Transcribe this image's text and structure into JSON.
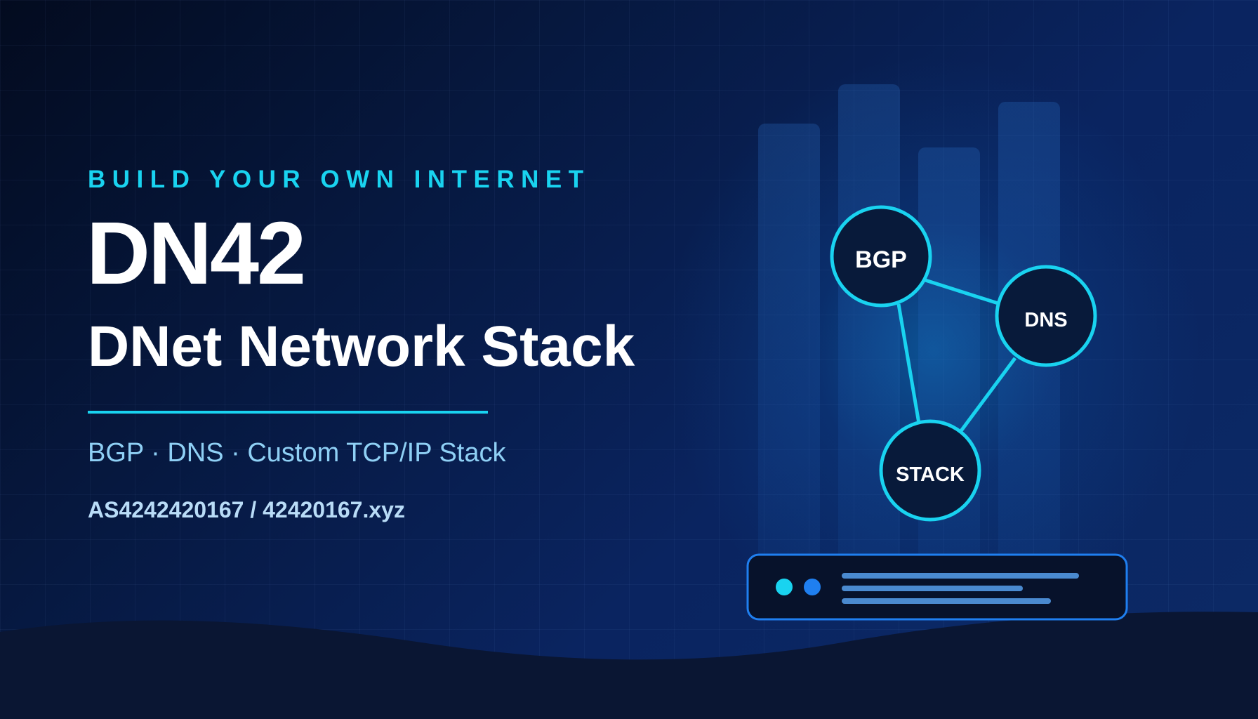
{
  "banner": {
    "eyebrow": "BUILD YOUR OWN INTERNET",
    "title": "DN42",
    "subtitle": "DNet Network Stack",
    "tagline": "BGP · DNS · Custom TCP/IP Stack",
    "asn_domain": "AS4242420167 / 42420167.xyz"
  },
  "diagram": {
    "nodes": [
      {
        "id": "bgp",
        "label": "BGP"
      },
      {
        "id": "dns",
        "label": "DNS"
      },
      {
        "id": "stack",
        "label": "STACK"
      }
    ],
    "links": [
      [
        "bgp",
        "dns"
      ],
      [
        "bgp",
        "stack"
      ],
      [
        "dns",
        "stack"
      ]
    ]
  },
  "colors": {
    "accent_cyan": "#19d3f0",
    "accent_blue": "#1f7ff0",
    "background_dark": "#030b1f",
    "background_blue": "#0a2460",
    "node_fill": "#081a3a",
    "text_primary": "#ffffff",
    "text_secondary": "#8fd0f5"
  }
}
